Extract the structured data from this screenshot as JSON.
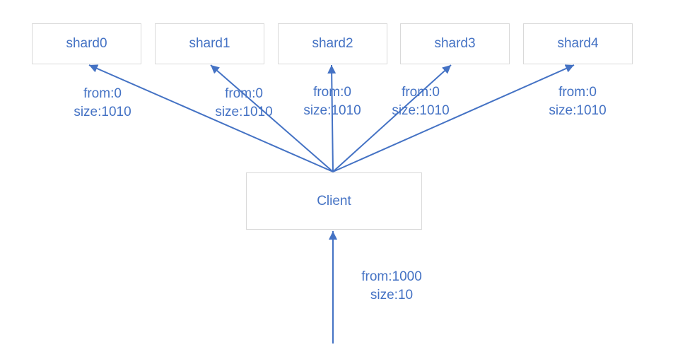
{
  "colors": {
    "accent": "#4472c4",
    "box_border": "#d9d9d9"
  },
  "shards": [
    {
      "name": "shard0",
      "from": "from:0",
      "size": "size:1010"
    },
    {
      "name": "shard1",
      "from": "from:0",
      "size": "size:1010"
    },
    {
      "name": "shard2",
      "from": "from:0",
      "size": "size:1010"
    },
    {
      "name": "shard3",
      "from": "from:0",
      "size": "size:1010"
    },
    {
      "name": "shard4",
      "from": "from:0",
      "size": "size:1010"
    }
  ],
  "client": {
    "name": "Client",
    "request_from": "from:1000",
    "request_size": "size:10"
  }
}
